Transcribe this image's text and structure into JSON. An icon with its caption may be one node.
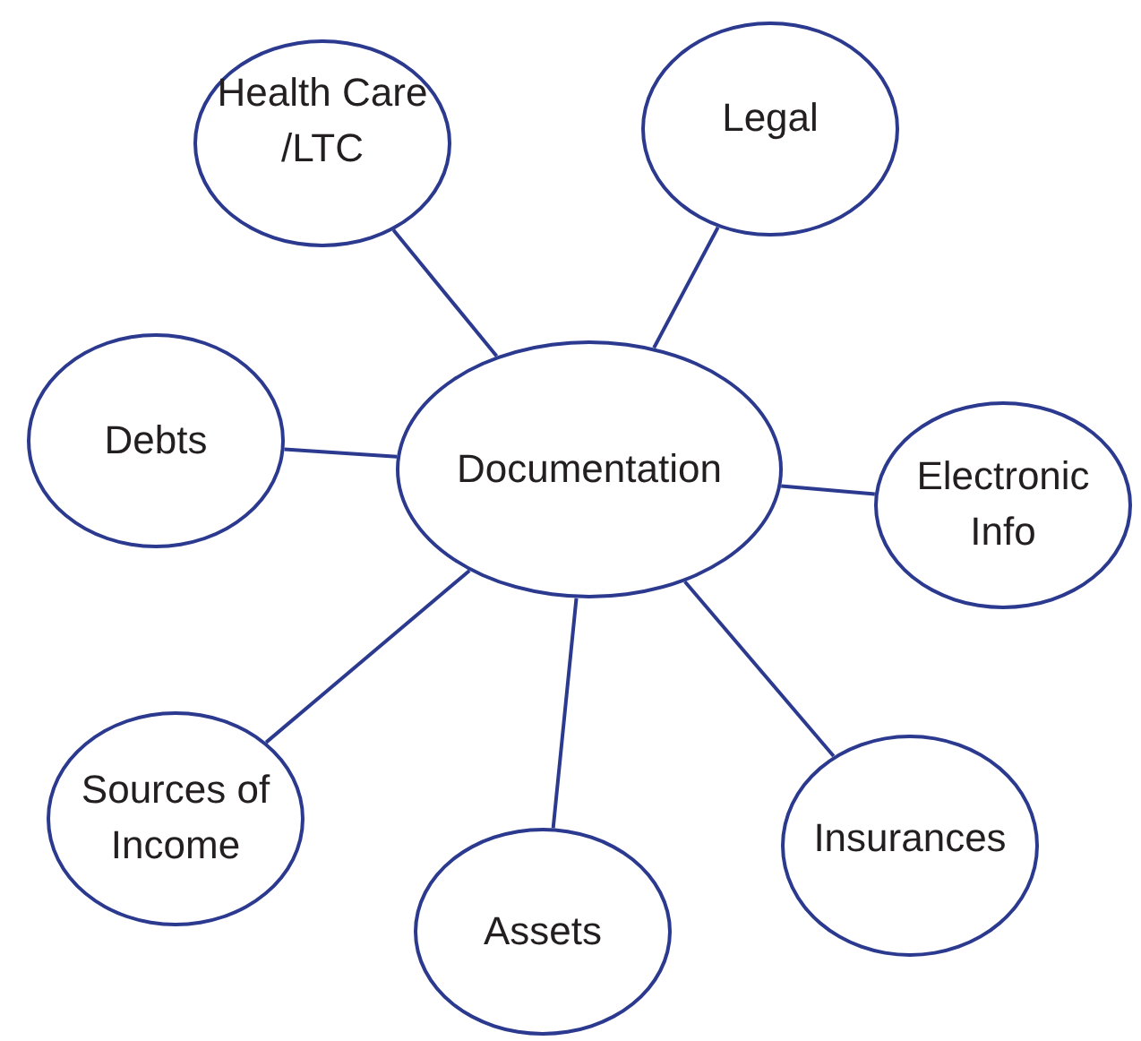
{
  "diagram": {
    "nodes": [
      {
        "text": [
          "Health Care /LTC"
        ]
      },
      {
        "text": [
          "Legal"
        ]
      },
      {
        "text": [
          "Debts"
        ]
      },
      {
        "text": [
          "Documentation"
        ]
      },
      {
        "text": [
          "Electronic Info"
        ]
      },
      {
        "text": [
          "Sources of Income"
        ]
      },
      {
        "text": [
          "Insurances"
        ]
      },
      {
        "text": [
          "Assets"
        ]
      }
    ],
    "edges": [
      {
        "from": 3,
        "to": 0,
        "arrow": "none"
      },
      {
        "from": 3,
        "to": 1,
        "arrow": "none"
      },
      {
        "from": 3,
        "to": 2,
        "arrow": "none"
      },
      {
        "from": 3,
        "to": 4,
        "arrow": "none"
      },
      {
        "from": 3,
        "to": 5,
        "arrow": "none"
      },
      {
        "from": 3,
        "to": 6,
        "arrow": "none"
      },
      {
        "from": 3,
        "to": 7,
        "arrow": "none"
      }
    ]
  }
}
